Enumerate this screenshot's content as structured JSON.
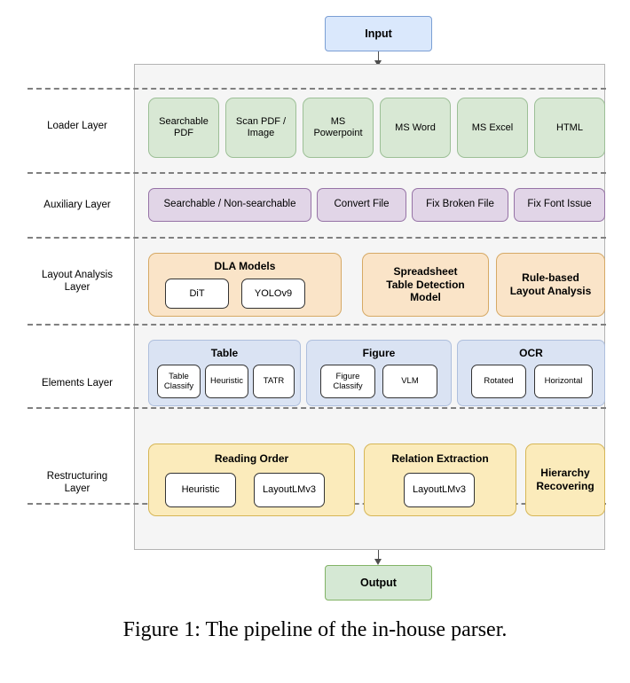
{
  "figure": {
    "caption": "Figure 1: The pipeline of the in-house parser."
  },
  "io": {
    "input_label": "Input",
    "output_label": "Output"
  },
  "colors": {
    "input_fill": "#dae8fc",
    "input_stroke": "#7b9fd4",
    "output_fill": "#d5e8d4",
    "output_stroke": "#82b366",
    "container_fill": "#f5f5f5",
    "container_stroke": "#b3b3b3",
    "separator": "#808080",
    "green_chip": "#d8e8d4",
    "purple_chip": "#e1d5e7",
    "orange_group": "#fae4c8",
    "blue_group": "#dae3f3",
    "yellow_group": "#fbebbb",
    "white_chip": "#ffffff"
  },
  "layers": [
    {
      "id": "loader",
      "label": "Loader Layer",
      "nodes": [
        {
          "label": "Searchable\nPDF"
        },
        {
          "label": "Scan PDF /\nImage"
        },
        {
          "label": "MS\nPowerpoint"
        },
        {
          "label": "MS Word"
        },
        {
          "label": "MS Excel"
        },
        {
          "label": "HTML"
        }
      ]
    },
    {
      "id": "auxiliary",
      "label": "Auxiliary Layer",
      "nodes": [
        {
          "label": "Searchable / Non-searchable"
        },
        {
          "label": "Convert File"
        },
        {
          "label": "Fix Broken File"
        },
        {
          "label": "Fix Font Issue"
        }
      ]
    },
    {
      "id": "layout-analysis",
      "label": "Layout Analysis\nLayer",
      "groups": [
        {
          "title": "DLA Models",
          "children": [
            "DiT",
            "YOLOv9"
          ]
        },
        {
          "title": "Spreadsheet\nTable Detection\nModel",
          "children": []
        },
        {
          "title": "Rule-based\nLayout Analysis",
          "children": []
        }
      ]
    },
    {
      "id": "elements",
      "label": "Elements Layer",
      "groups": [
        {
          "title": "Table",
          "children": [
            "Table\nClassify",
            "Heuristic",
            "TATR"
          ]
        },
        {
          "title": "Figure",
          "children": [
            "Figure\nClassify",
            "VLM"
          ]
        },
        {
          "title": "OCR",
          "children": [
            "Rotated",
            "Horizontal"
          ]
        }
      ]
    },
    {
      "id": "restructuring",
      "label": "Restructuring\nLayer",
      "groups": [
        {
          "title": "Reading Order",
          "children": [
            "Heuristic",
            "LayoutLMv3"
          ]
        },
        {
          "title": "Relation Extraction",
          "children": [
            "LayoutLMv3"
          ]
        },
        {
          "title": "Hierarchy\nRecovering",
          "children": []
        }
      ]
    }
  ]
}
